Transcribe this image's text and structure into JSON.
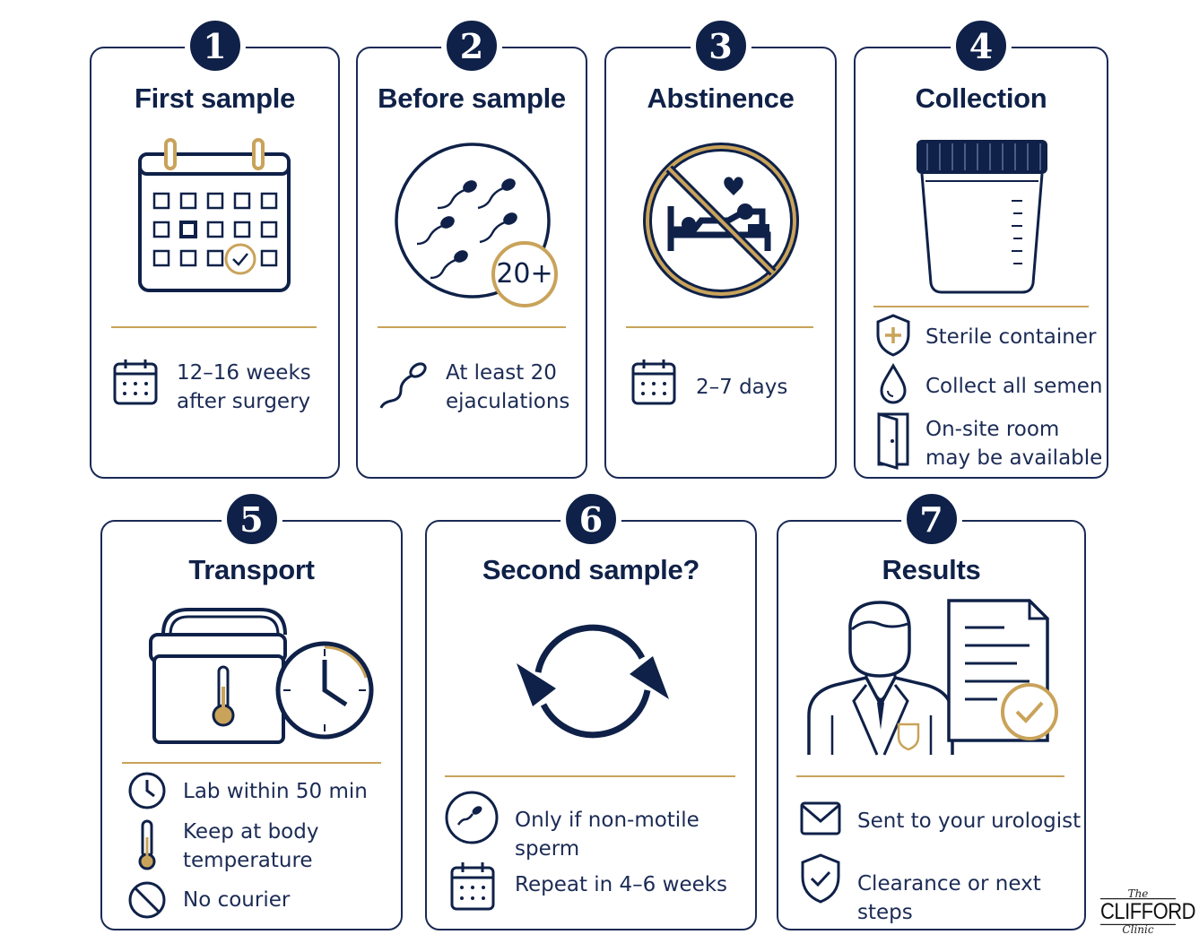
{
  "steps": [
    {
      "number": "1",
      "title": "First sample",
      "lines": [
        "12–16 weeks",
        "after surgery"
      ]
    },
    {
      "number": "2",
      "title": "Before sample",
      "badge": "20+",
      "lines": [
        "At least 20",
        "ejaculations"
      ]
    },
    {
      "number": "3",
      "title": "Abstinence",
      "lines": [
        "2–7 days"
      ]
    },
    {
      "number": "4",
      "title": "Collection",
      "items": [
        "Sterile container",
        "Collect all semen",
        "On-site room",
        "may be available"
      ]
    },
    {
      "number": "5",
      "title": "Transport",
      "items": [
        "Lab within 50 min",
        "Keep at body",
        "temperature",
        "No courier"
      ]
    },
    {
      "number": "6",
      "title": "Second sample?",
      "items": [
        "Only if non-motile sperm",
        "Repeat in 4–6 weeks"
      ]
    },
    {
      "number": "7",
      "title": "Results",
      "items": [
        "Sent to your urologist",
        "Clearance or next steps"
      ]
    }
  ],
  "logo": {
    "the": "The",
    "name": "CLIFFORD",
    "clinic": "Clinic"
  },
  "colors": {
    "navy": "#0f2148",
    "gold": "#c9a35a"
  }
}
